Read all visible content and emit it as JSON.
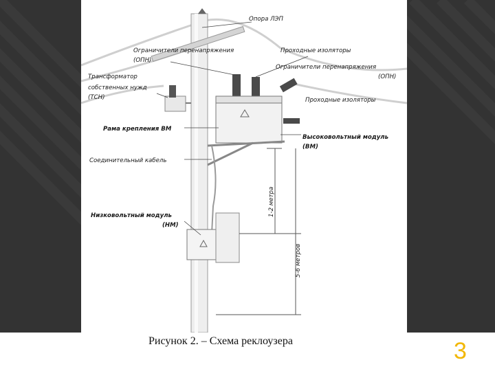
{
  "slide": {
    "caption": "Рисунок 2. – Схема реклоузера",
    "number": "3",
    "accent_color": "#f2b705",
    "background_color": "#333333"
  },
  "diagram": {
    "labels": {
      "opora": "Опора ЛЭП",
      "opn_left_1": "Ограничители перенапряжения",
      "opn_left_2": "(ОПН)",
      "insulators_top": "Проходные изоляторы",
      "opn_right_1": "Ограничители перенапряжения",
      "opn_right_2": "(ОПН)",
      "tsn_1": "Трансформатор",
      "tsn_2": "собственных нужд",
      "tsn_3": "(ТСН)",
      "insulators_right": "Проходные изоляторы",
      "frame": "Рама крепления ВМ",
      "vm_1": "Высоковольтный модуль",
      "vm_2": "(ВМ)",
      "cable": "Соединительный кабель",
      "nm_1": "Низковольтный модуль",
      "nm_2": "(НМ)",
      "dim_1_2": "1-2 метра",
      "dim_5_6": "5-6 метров"
    }
  }
}
